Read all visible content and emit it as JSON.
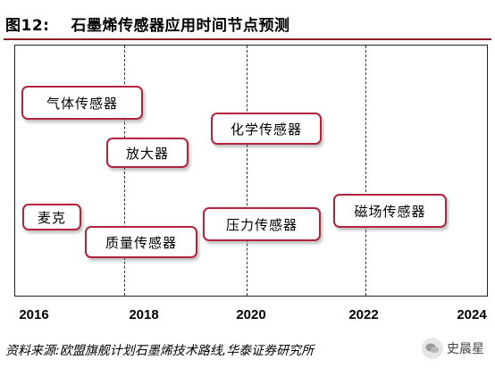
{
  "figure": {
    "label": "图12:",
    "title": "石墨烯传感器应用时间节点预测"
  },
  "axis": {
    "years": [
      "2016",
      "2018",
      "2020",
      "2022",
      "2024"
    ]
  },
  "items": [
    {
      "name": "item-gas-sensor",
      "label": "气体传感器"
    },
    {
      "name": "item-amplifier",
      "label": "放大器"
    },
    {
      "name": "item-chemical-sensor",
      "label": "化学传感器"
    },
    {
      "name": "item-microphone",
      "label": "麦克"
    },
    {
      "name": "item-mass-sensor",
      "label": "质量传感器"
    },
    {
      "name": "item-pressure-sensor",
      "label": "压力传感器"
    },
    {
      "name": "item-magnetic-sensor",
      "label": "磁场传感器"
    }
  ],
  "source": "资料来源:欧盟旗舰计划石墨烯技术路线,华泰证券研究所",
  "watermark": {
    "text": "史晨星",
    "icon": "wechat-icon"
  }
}
